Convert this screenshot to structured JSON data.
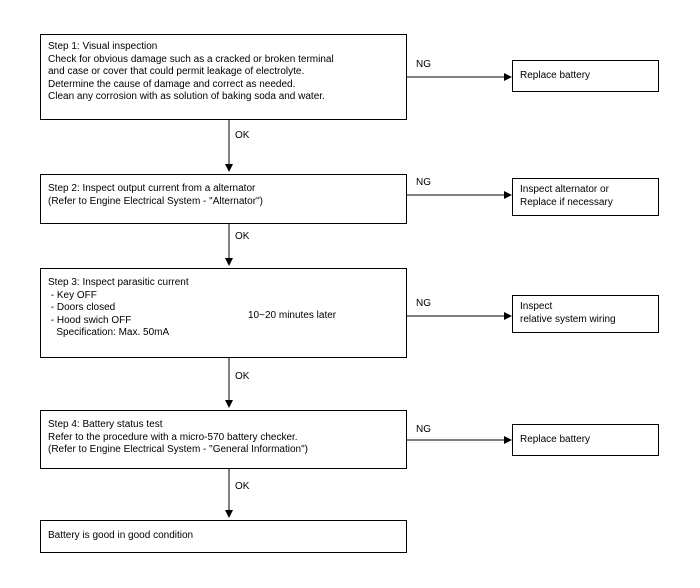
{
  "steps": {
    "step1": {
      "title": "Step 1: Visual inspection",
      "lines": [
        "Check for obvious damage such as a cracked or broken terminal",
        "and case or cover that could permit leakage of electrolyte.",
        "Determine the cause of damage and correct as needed.",
        "Clean any corrosion with as solution of baking soda and water."
      ]
    },
    "step2": {
      "title": "Step 2: Inspect output current from a alternator",
      "lines": [
        "(Refer to Engine Electrical System - \"Alternator\")"
      ]
    },
    "step3": {
      "title": "Step 3: Inspect parasitic current",
      "lines": [
        " - Key OFF",
        " - Doors closed",
        " - Hood swich OFF",
        "   Specification: Max. 50mA"
      ],
      "bracket_note": "10~20 minutes later"
    },
    "step4": {
      "title": "Step 4: Battery status test",
      "lines": [
        "Refer to the procedure with a micro-570 battery checker.",
        "(Refer to Engine Electrical System - \"General Information\")"
      ]
    },
    "final": {
      "text": "Battery is good in good condition"
    }
  },
  "actions": {
    "action1": {
      "lines": [
        "Replace battery"
      ]
    },
    "action2": {
      "lines": [
        "Inspect alternator or",
        "Replace if necessary"
      ]
    },
    "action3": {
      "lines": [
        "Inspect",
        "relative system wiring"
      ]
    },
    "action4": {
      "lines": [
        "Replace battery"
      ]
    }
  },
  "labels": {
    "ng1": "NG",
    "ng2": "NG",
    "ng3": "NG",
    "ng4": "NG",
    "ok1": "OK",
    "ok2": "OK",
    "ok3": "OK",
    "ok4": "OK"
  },
  "colors": {
    "line": "#000000",
    "background": "#ffffff"
  }
}
